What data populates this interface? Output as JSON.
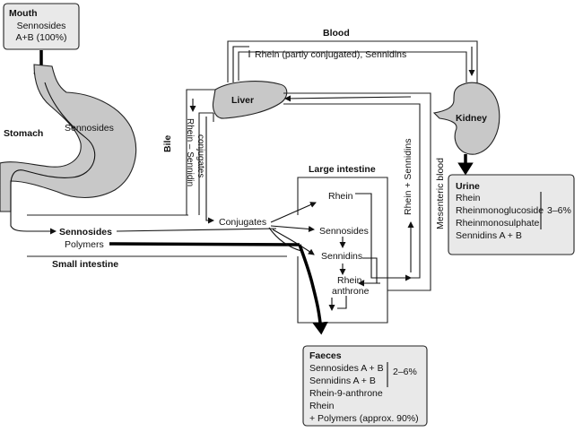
{
  "mouth": {
    "title": "Mouth",
    "line1": "Sennosides",
    "line2": "A+B (100%)"
  },
  "stomach": {
    "label": "Stomach",
    "content": "Sennosides"
  },
  "liver": {
    "label": "Liver"
  },
  "kidney": {
    "label": "Kidney"
  },
  "blood": {
    "label": "Blood",
    "flow": "Rhein (partly conjugated), Sennidins"
  },
  "bile": {
    "label": "Bile",
    "content_line1": "Rhein – Sennidin",
    "content_line2": "conjugates"
  },
  "mesenteric": {
    "label": "Mesenteric blood",
    "flow": "Rhein + Sennidins"
  },
  "small_intestine": {
    "label": "Small intestine",
    "sennosides": "Sennosides",
    "polymers": "Polymers"
  },
  "large_intestine": {
    "label": "Large intestine",
    "conjugates": "Conjugates",
    "rhein": "Rhein",
    "sennosides": "Sennosides",
    "sennidins": "Sennidins",
    "rheinanthrone_line1": "Rhein-",
    "rheinanthrone_line2": "anthrone"
  },
  "urine": {
    "title": "Urine",
    "items": [
      "Rhein",
      "Rheinmonoglucoside",
      "Rheinmonosulphate",
      "Sennidins A + B"
    ],
    "percent": "3–6%"
  },
  "faeces": {
    "title": "Faeces",
    "items": [
      "Sennosides A + B",
      "Sennidins A + B",
      "Rhein-9-anthrone",
      "Rhein",
      "+ Polymers (approx. 90%)"
    ],
    "percent": "2–6%"
  }
}
